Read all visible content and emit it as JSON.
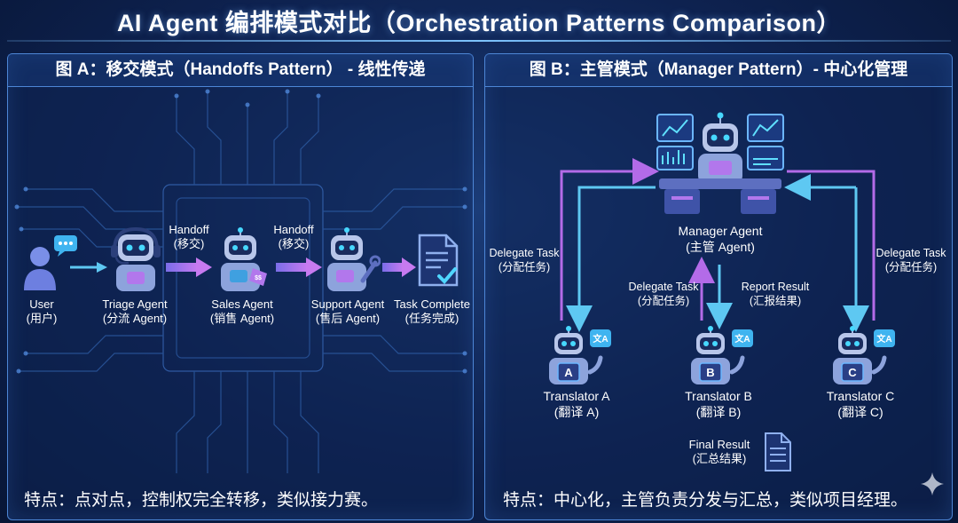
{
  "title": "AI Agent 编排模式对比（Orchestration Patterns Comparison）",
  "panel_a": {
    "heading": "图 A：移交模式（Handoffs Pattern） - 线性传递",
    "nodes": [
      {
        "label": "User",
        "sublabel": "(用户)",
        "icon": "user-chat-icon"
      },
      {
        "label": "Triage Agent",
        "sublabel": "(分流 Agent)",
        "icon": "headset-robot-icon"
      },
      {
        "label": "Sales Agent",
        "sublabel": "(销售 Agent)",
        "icon": "sales-robot-icon"
      },
      {
        "label": "Support Agent",
        "sublabel": "(售后 Agent)",
        "icon": "wrench-robot-icon"
      },
      {
        "label": "Task Complete",
        "sublabel": "(任务完成)",
        "icon": "checklist-icon"
      }
    ],
    "handoffs": [
      {
        "label": "Handoff",
        "sublabel": "(移交)"
      },
      {
        "label": "Handoff",
        "sublabel": "(移交)"
      }
    ],
    "footer": "特点：点对点，控制权完全转移，类似接力赛。"
  },
  "panel_b": {
    "heading": "图 B：主管模式（Manager Pattern）- 中心化管理",
    "manager": {
      "label": "Manager Agent",
      "sublabel": "(主管 Agent)",
      "icon": "manager-robot-icon"
    },
    "translators": [
      {
        "label": "Translator A",
        "sublabel": "(翻译 A)",
        "badge": "A",
        "icon": "translator-robot-icon"
      },
      {
        "label": "Translator B",
        "sublabel": "(翻译 B)",
        "badge": "B",
        "icon": "translator-robot-icon"
      },
      {
        "label": "Translator C",
        "sublabel": "(翻译 C)",
        "badge": "C",
        "icon": "translator-robot-icon"
      }
    ],
    "delegate_left": {
      "label": "Delegate Task",
      "sublabel": "(分配任务)"
    },
    "delegate_mid": {
      "label": "Delegate Task",
      "sublabel": "(分配任务)"
    },
    "report_mid": {
      "label": "Report Result",
      "sublabel": "(汇报结果)"
    },
    "delegate_right": {
      "label": "Delegate Task",
      "sublabel": "(分配任务)"
    },
    "final": {
      "label": "Final Result",
      "sublabel": "(汇总结果)",
      "icon": "document-icon"
    },
    "footer": "特点：中心化，主管负责分发与汇总，类似项目经理。"
  },
  "colors": {
    "arrow_blue": "#5ec8f2",
    "arrow_purple": "#b36be8",
    "panel_border": "#4d86d6",
    "robot_body": "#9fb4e0",
    "accent_cyan": "#3fd0f5"
  }
}
